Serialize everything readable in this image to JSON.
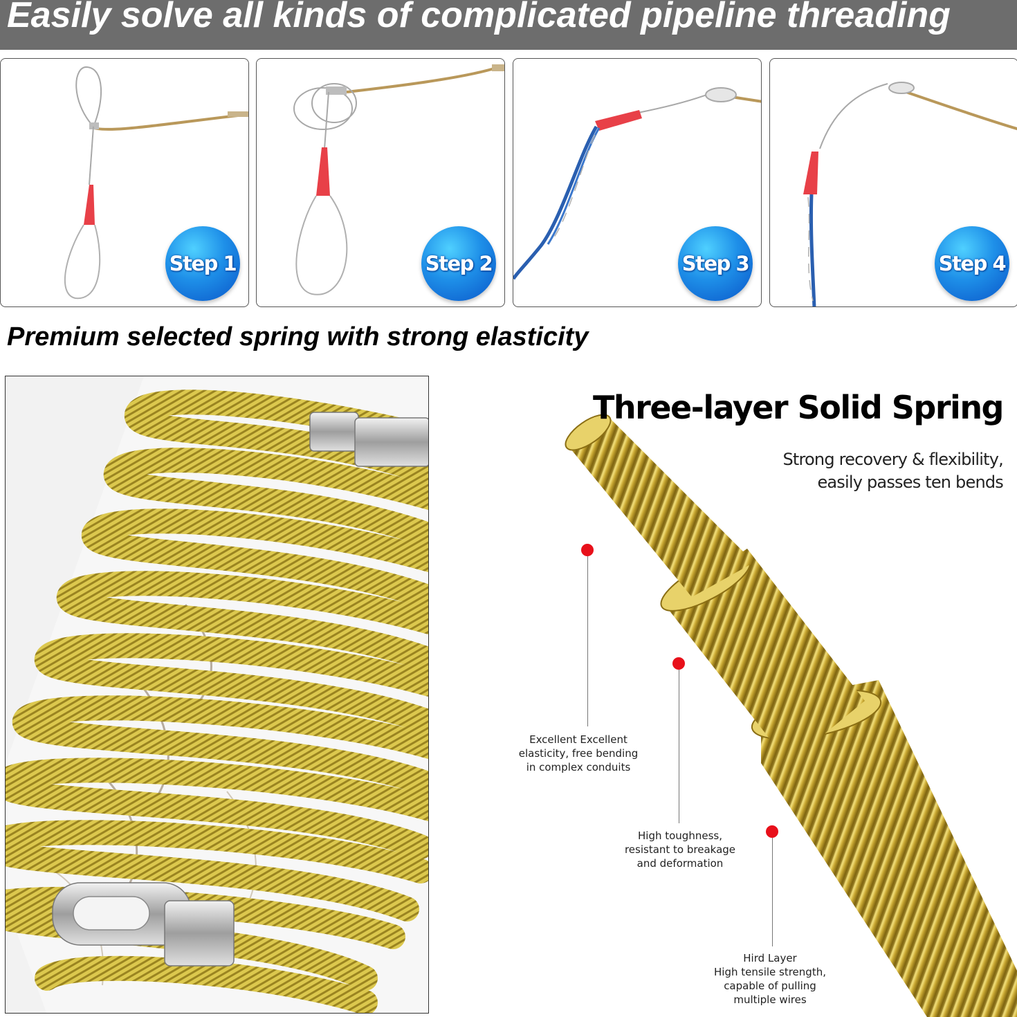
{
  "banner": {
    "title": "Easily solve all kinds of complicated pipeline threading"
  },
  "steps": [
    {
      "label": "Step 1"
    },
    {
      "label": "Step 2"
    },
    {
      "label": "Step 3"
    },
    {
      "label": "Step 4"
    }
  ],
  "section": {
    "title": "Premium selected spring with strong elasticity"
  },
  "spring": {
    "title": "Three-layer Solid Spring",
    "subtitle": "Strong recovery & flexibility,\neasily passes ten bends",
    "callouts": [
      {
        "text": "Excellent Excellent\nelasticity, free bending\nin complex conduits"
      },
      {
        "text": "High toughness,\nresistant to breakage\nand deformation"
      },
      {
        "text": "Hird Layer\nHigh tensile strength,\ncapable of pulling\nmultiple wires"
      }
    ]
  },
  "colors": {
    "banner_bg": "#6d6d6d",
    "badge_blue": "#1e8fe8",
    "callout_red": "#e8101a",
    "gold": "#d8c24a",
    "red_sleeve": "#e84048",
    "blue_wire": "#2a5fb0"
  }
}
